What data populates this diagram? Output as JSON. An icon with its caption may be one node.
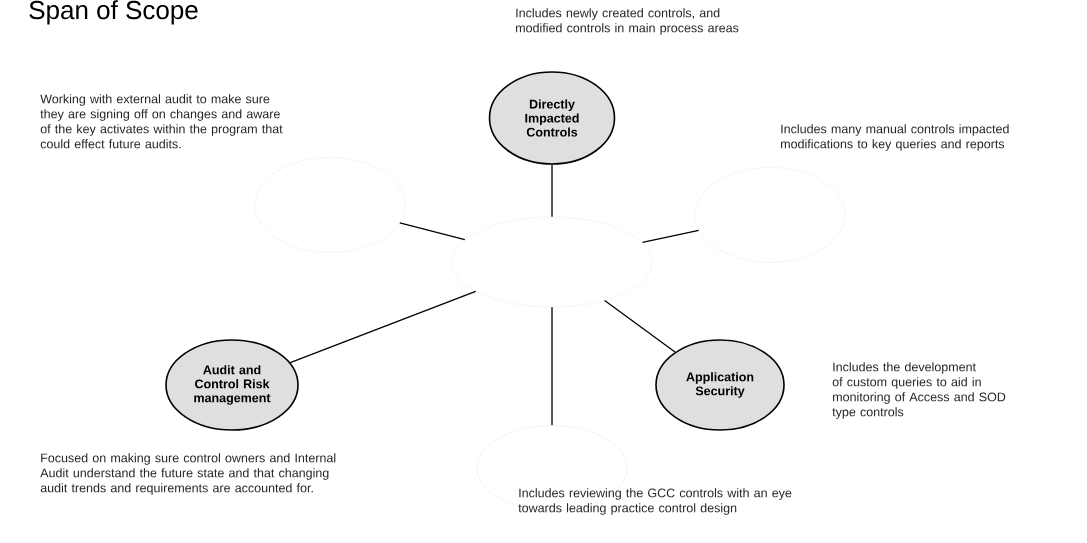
{
  "diagram": {
    "title": "Span of Scope",
    "nodes": [
      {
        "text": [
          "Directly Impacted Controls"
        ],
        "beside": [
          "Includes newly created controls, and modified controls in main process areas"
        ]
      },
      {
        "text": [],
        "shape": "circle",
        "beside": [
          "Working with external audit to make sure they are signing off on changes and aware of the key activates within the program that could effect future audits."
        ]
      },
      {
        "text": [],
        "shape": "circle"
      },
      {
        "text": [],
        "shape": "circle",
        "beside": [
          "Includes many manual controls impacted modifications to key queries and reports"
        ]
      },
      {
        "text": [
          "Audit and Control Risk management"
        ],
        "beside": [
          "Focused on making sure control owners and Internal Audit understand the future state and that changing audit trends and requirements are accounted for."
        ]
      },
      {
        "text": [
          "Application Security"
        ],
        "beside": [
          "Includes the development of custom queries to aid in monitoring of Access and SOD type controls"
        ]
      },
      {
        "text": [],
        "shape": "circle",
        "beside": [
          "Includes reviewing the GCC controls with an eye towards leading practice control design"
        ]
      }
    ],
    "edges": [
      {
        "from": 2,
        "to": 0,
        "arrow": "none"
      },
      {
        "from": 2,
        "to": 1,
        "arrow": "none"
      },
      {
        "from": 2,
        "to": 3,
        "arrow": "none"
      },
      {
        "from": 2,
        "to": 4,
        "arrow": "none"
      },
      {
        "from": 2,
        "to": 5,
        "arrow": "none"
      },
      {
        "from": 2,
        "to": 6,
        "arrow": "none"
      }
    ]
  }
}
